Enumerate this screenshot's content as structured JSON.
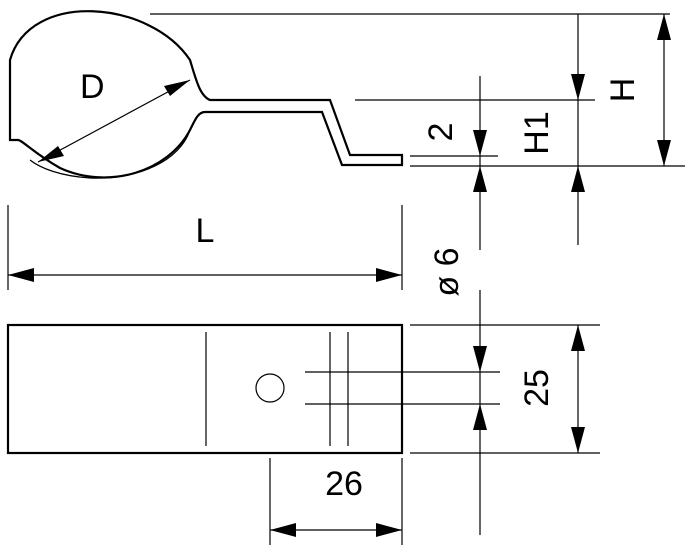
{
  "labels": {
    "diameter": "D",
    "height": "H",
    "height1": "H1",
    "thickness": "2",
    "length": "L",
    "hole_diameter": "ø 6",
    "width": "25",
    "hole_offset": "26"
  }
}
